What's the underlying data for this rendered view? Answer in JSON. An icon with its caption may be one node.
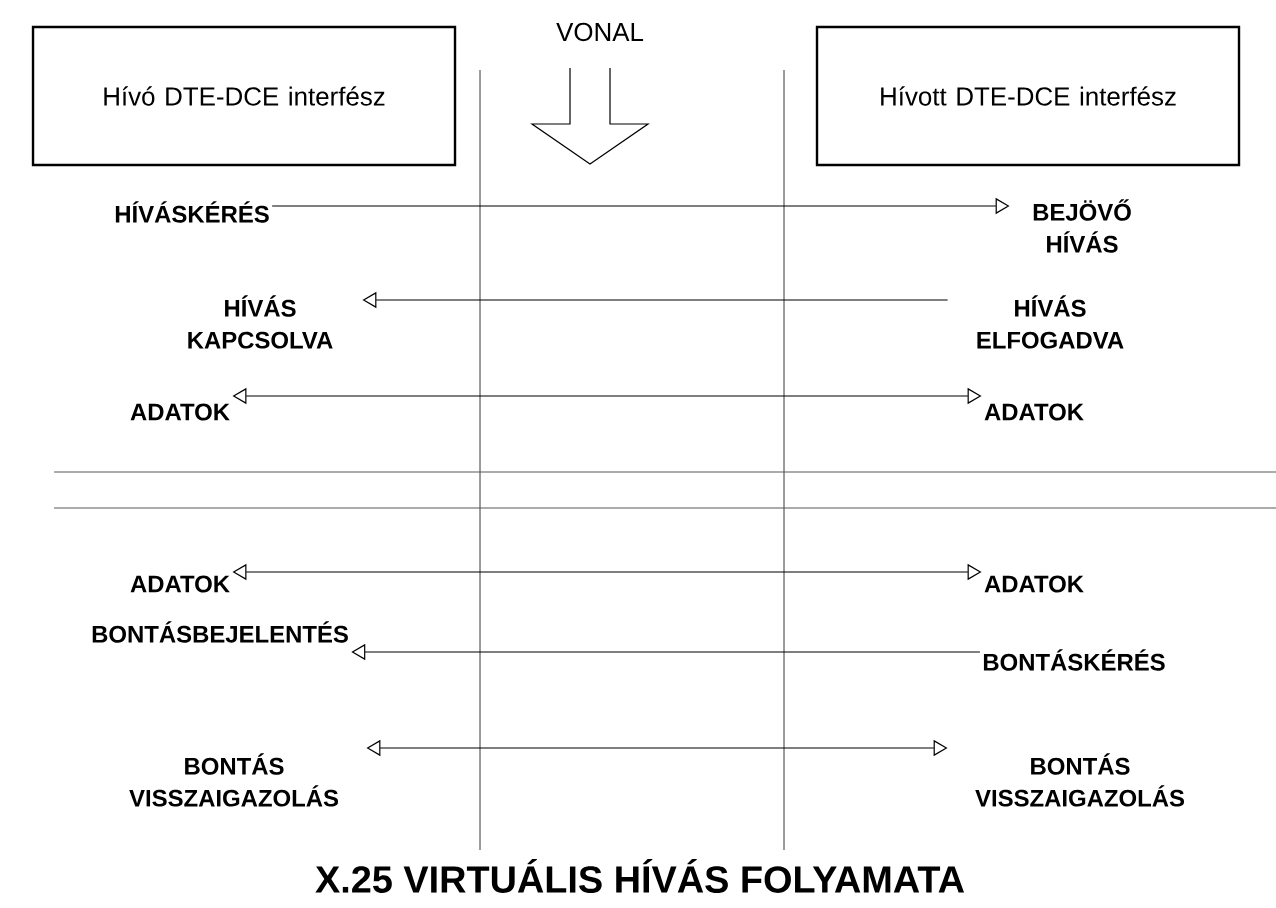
{
  "diagram": {
    "caption": "X.25 VIRTUÁLIS HÍVÁS FOLYAMATA",
    "nodes": [
      {
        "text": [
          "Hívó DTE-DCE interfész"
        ]
      },
      {
        "text": [
          "Hívott DTE-DCE interfész"
        ]
      },
      {
        "text": [
          "HÍVÁSKÉRÉS"
        ]
      },
      {
        "text": [
          "BEJÖVŐ HÍVÁS"
        ]
      },
      {
        "text": [
          "HÍVÁS KAPCSOLVA"
        ]
      },
      {
        "text": [
          "HÍVÁS ELFOGADVA"
        ]
      },
      {
        "text": [
          "ADATOK"
        ]
      },
      {
        "text": [
          "ADATOK"
        ]
      },
      {
        "text": [
          "ADATOK"
        ]
      },
      {
        "text": [
          "ADATOK"
        ]
      },
      {
        "text": [
          "BONTÁSBEJELENTÉS"
        ]
      },
      {
        "text": [
          "BONTÁSKÉRÉS"
        ]
      },
      {
        "text": [
          "BONTÁS VISSZAIGAZOLÁS"
        ]
      },
      {
        "text": [
          "BONTÁS VISSZAIGAZOLÁS"
        ]
      }
    ],
    "edges": [
      {
        "from": 2,
        "to": 3,
        "arrow": "to"
      },
      {
        "from": 5,
        "to": 4,
        "arrow": "to"
      },
      {
        "from": 6,
        "to": 7,
        "arrow": "both"
      },
      {
        "from": 8,
        "to": 9,
        "arrow": "both"
      },
      {
        "from": 11,
        "to": 10,
        "arrow": "to"
      },
      {
        "from": 12,
        "to": 13,
        "arrow": "both"
      }
    ],
    "labels": [
      "VONAL"
    ]
  }
}
